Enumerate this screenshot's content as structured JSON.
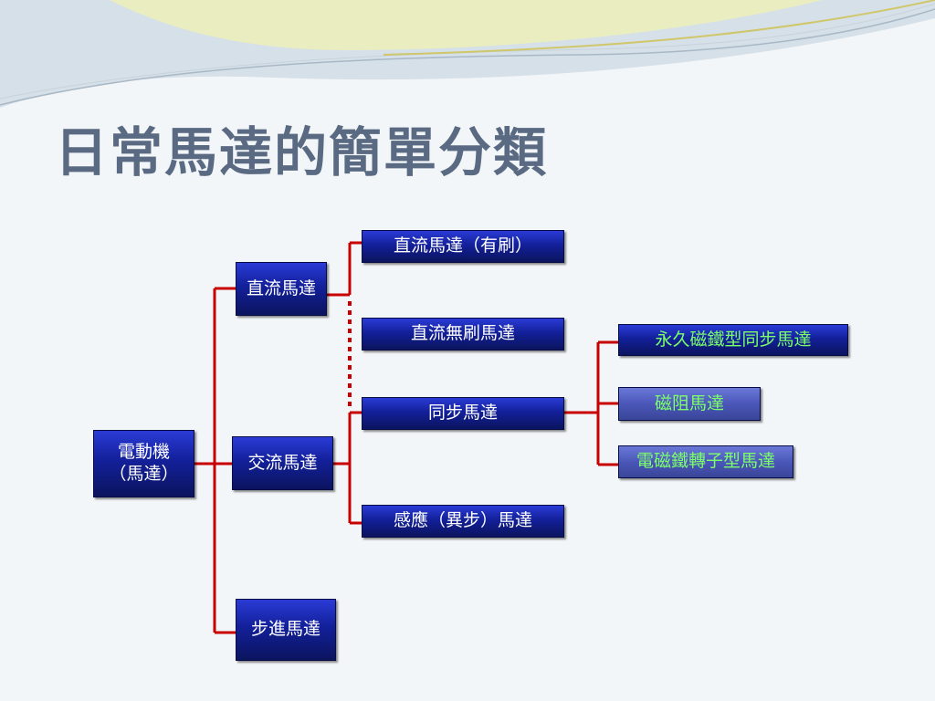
{
  "title": "日常馬達的簡單分類",
  "diagram": {
    "root": {
      "line1": "電動機",
      "line2": "（馬達）"
    },
    "level1": {
      "dc": "直流馬達",
      "ac": "交流馬達",
      "stepper": "步進馬達"
    },
    "level2": {
      "dc_brushed": "直流馬達（有刷）",
      "dc_brushless": "直流無刷馬達",
      "synchronous": "同步馬達",
      "induction": "感應（異步）馬達"
    },
    "level3": {
      "permanent_magnet": "永久磁鐵型同步馬達",
      "reluctance": "磁阻馬達",
      "electromagnet_rotor": "電磁鐵轉子型馬達"
    },
    "colors": {
      "connector": "#c80000",
      "box": "#13209a",
      "box_text": "#ffffff",
      "leaf_text": "#7cff6a",
      "title": "#5a6a82"
    }
  }
}
